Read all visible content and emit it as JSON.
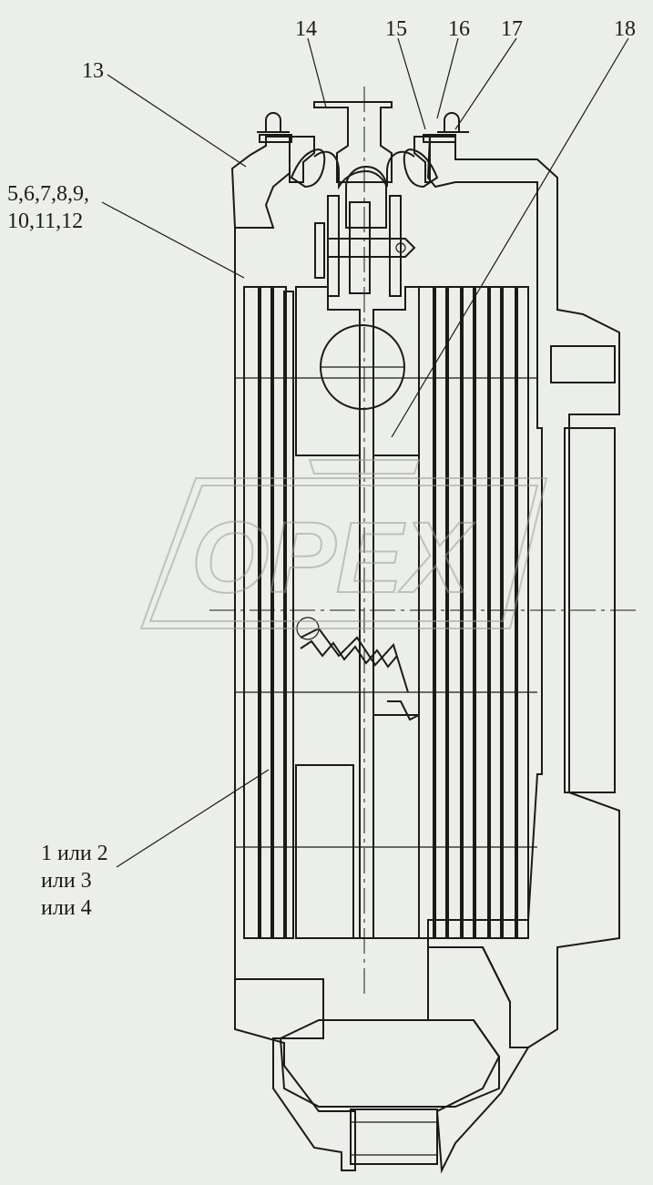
{
  "callouts": {
    "c13": "13",
    "c14": "14",
    "c15": "15",
    "c16": "16",
    "c17": "17",
    "c18": "18",
    "c_plates_line1": "5,6,7,8,9,",
    "c_plates_line2": "10,11,12",
    "c_discs_line1": "1 или 2",
    "c_discs_line2": "или 3",
    "c_discs_line3": "или 4"
  },
  "watermark": {
    "text": "OPEX"
  },
  "colors": {
    "background": "#ecefe9",
    "line": "#1a1a1a",
    "watermark": "#9a9a9a"
  }
}
